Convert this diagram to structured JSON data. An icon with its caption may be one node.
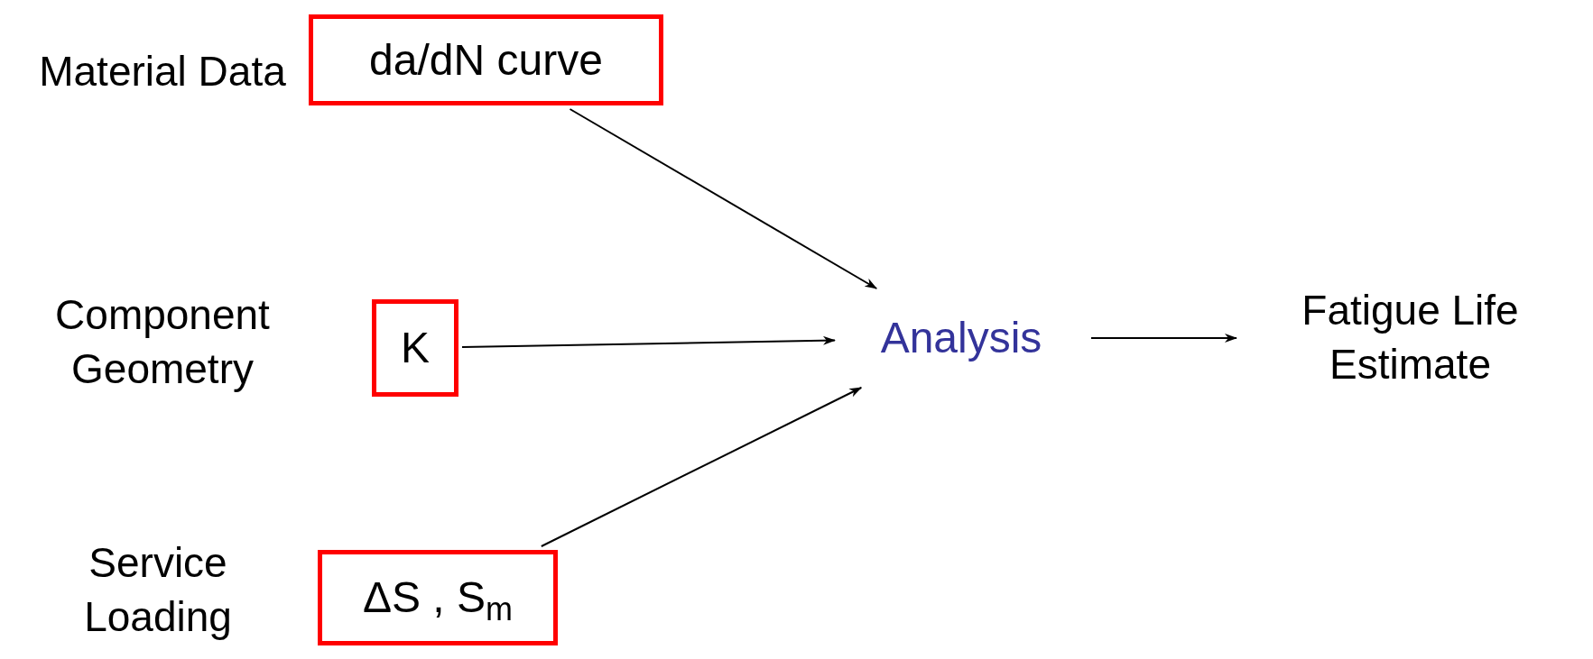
{
  "diagram": {
    "nodes": [
      {
        "text": [
          "da/dN curve"
        ],
        "beside": [
          "Material Data"
        ]
      },
      {
        "text": [
          "K"
        ],
        "beside": [
          "Component Geometry"
        ]
      },
      {
        "text": [
          "ΔS , S$_{m}$"
        ],
        "beside": [
          "Service Loading"
        ]
      },
      {
        "text": [
          "Analysis"
        ]
      },
      {
        "text": [
          "Fatigue Life Estimate"
        ]
      }
    ],
    "edges": [
      {
        "from": 0,
        "to": 3,
        "arrow": "to"
      },
      {
        "from": 1,
        "to": 3,
        "arrow": "to"
      },
      {
        "from": 2,
        "to": 3,
        "arrow": "to"
      },
      {
        "from": 3,
        "to": 4,
        "arrow": "to"
      }
    ]
  }
}
